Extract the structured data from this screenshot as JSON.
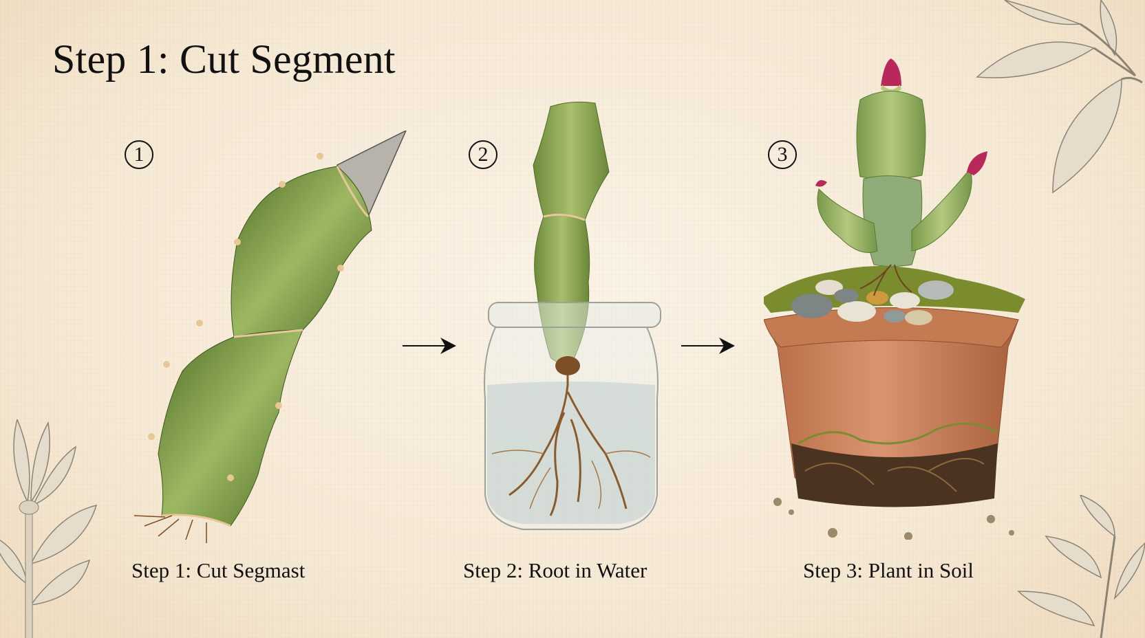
{
  "title": "Step 1: Cut Segment",
  "steps": [
    {
      "number": "1",
      "caption": "Step 1: Cut Segmast",
      "illustration": "cut-cactus-segment-with-knife"
    },
    {
      "number": "2",
      "caption": "Step 2: Root in Water",
      "illustration": "cactus-rooting-in-glass-jar"
    },
    {
      "number": "3",
      "caption": "Step 3: Plant in Soil",
      "illustration": "cactus-in-terracotta-pot"
    }
  ],
  "arrows": [
    "arrow-right-icon",
    "arrow-right-icon"
  ],
  "colors": {
    "background": "#f7ecdb",
    "cactus_green": "#5f7f35",
    "cactus_light": "#a8bf6a",
    "terracotta": "#c97f57",
    "root_brown": "#8a5a2b",
    "bud_pink": "#b8285a",
    "sketch_gray": "#9c9484"
  }
}
